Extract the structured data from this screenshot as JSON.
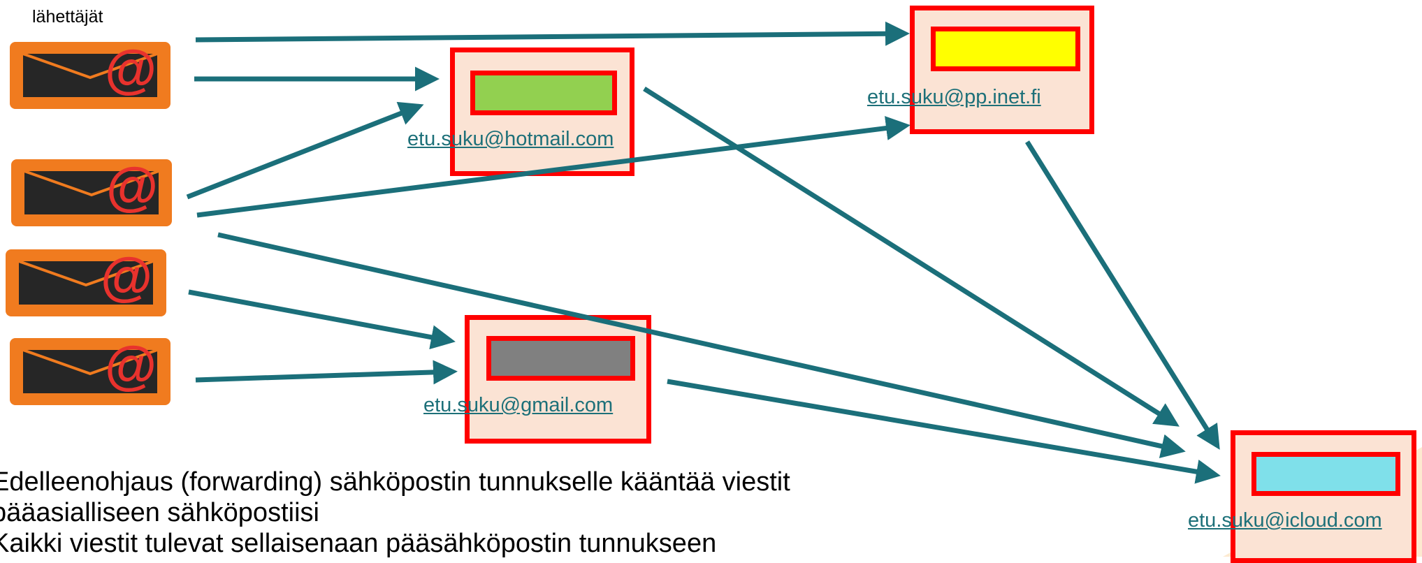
{
  "senders_label": "lähettäjät",
  "at_symbol": "@",
  "mailboxes": {
    "hotmail": {
      "address": "etu.suku@hotmail.com",
      "slot_color": "#92d050"
    },
    "ppinet": {
      "address": "etu.suku@pp.inet.fi",
      "slot_color": "#ffff00"
    },
    "gmail": {
      "address": "etu.suku@gmail.com",
      "slot_color": "#808080"
    },
    "icloud": {
      "address": "etu.suku@icloud.com",
      "slot_color": "#7fe0ea"
    }
  },
  "bullets": [
    "Edelleenohjaus (forwarding) sähköpostin tunnukselle kääntää viestit",
    "pääasialliseen sähköpostiisi",
    "Kaikki viestit tulevat sellaisenaan pääsähköpostin tunnukseen"
  ],
  "colors": {
    "arrow": "#1b6f7a",
    "sender_bg": "#f07b1f",
    "mailbox_border": "#ff0000",
    "mailbox_bg": "#fbe3d4",
    "corner_accent": "#fde9d0"
  }
}
